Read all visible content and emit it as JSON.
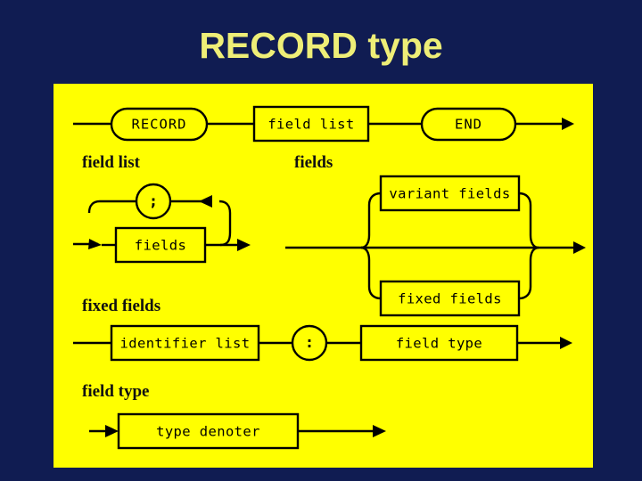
{
  "slide": {
    "title": "RECORD type",
    "background_color": "#101c52",
    "panel_color": "#ffff00",
    "title_color": "#eeee77",
    "ink_color": "#000000"
  },
  "diagrams": [
    {
      "id": "record-type",
      "caption": "",
      "nodes": [
        {
          "kind": "terminal",
          "label": "RECORD"
        },
        {
          "kind": "nonterminal",
          "label": "field list"
        },
        {
          "kind": "terminal",
          "label": "END"
        }
      ]
    },
    {
      "id": "field-list",
      "caption": "field list",
      "nodes": [
        {
          "kind": "nonterminal",
          "label": "fields"
        },
        {
          "kind": "terminal",
          "label": ";"
        }
      ]
    },
    {
      "id": "fields",
      "caption": "fields",
      "nodes": [
        {
          "kind": "nonterminal",
          "label": "variant fields"
        },
        {
          "kind": "empty",
          "label": ""
        },
        {
          "kind": "nonterminal",
          "label": "fixed fields"
        }
      ]
    },
    {
      "id": "fixed-fields",
      "caption": "fixed fields",
      "nodes": [
        {
          "kind": "nonterminal",
          "label": "identifier list"
        },
        {
          "kind": "terminal",
          "label": ":"
        },
        {
          "kind": "nonterminal",
          "label": "field type"
        }
      ]
    },
    {
      "id": "field-type",
      "caption": "field type",
      "nodes": [
        {
          "kind": "nonterminal",
          "label": "type denoter"
        }
      ]
    }
  ]
}
